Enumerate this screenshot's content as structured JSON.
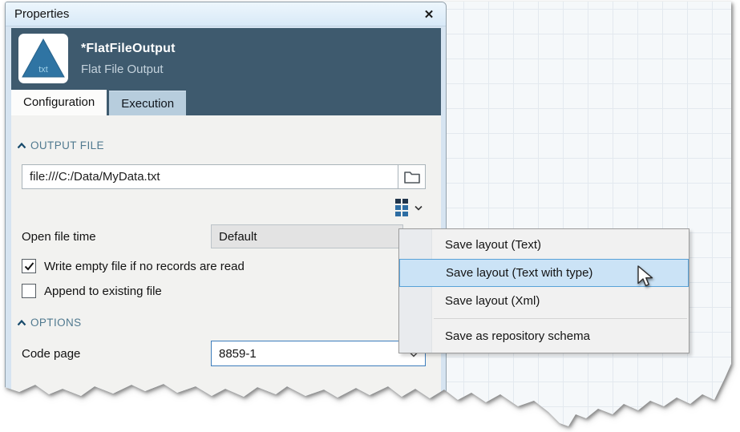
{
  "window": {
    "title": "Properties",
    "close_glyph": "✕"
  },
  "header": {
    "component_name": "*FlatFileOutput",
    "component_type": "Flat File Output",
    "icon_label": "txt"
  },
  "tabs": [
    {
      "label": "Configuration",
      "active": true
    },
    {
      "label": "Execution",
      "active": false
    }
  ],
  "sections": {
    "output_file": {
      "label": "OUTPUT FILE",
      "collapse_icon": "chevron-up"
    },
    "options": {
      "label": "OPTIONS",
      "collapse_icon": "chevron-up"
    }
  },
  "fields": {
    "file_path": {
      "value": "file:///C:/Data/MyData.txt",
      "browse_icon": "folder"
    },
    "layout_dropdown_icon": "grid",
    "open_file_time": {
      "label": "Open file time",
      "value": "Default"
    },
    "write_empty": {
      "label": "Write empty file if no records are read",
      "checked": true
    },
    "append_existing": {
      "label": "Append to existing file",
      "checked": false
    },
    "code_page": {
      "label": "Code page",
      "value": "8859-1"
    }
  },
  "menu": {
    "items": [
      {
        "label": "Save layout (Text)",
        "highlighted": false
      },
      {
        "label": "Save layout (Text with type)",
        "highlighted": true
      },
      {
        "label": "Save layout (Xml)",
        "highlighted": false
      },
      {
        "label": "Save as repository schema",
        "highlighted": false
      }
    ],
    "separator_after_index": 2
  },
  "colors": {
    "header_band": "#3e5a6e",
    "titlebar": "#dce9f6",
    "inactive_tab": "#b7cddd",
    "body": "#f2f2f0",
    "section_label": "#50798f",
    "menu_highlight_bg": "#cbe3f6",
    "menu_highlight_border": "#58a2d8",
    "combo_focus_border": "#3d7dbc",
    "grid_icon_blue": "#2d6da3",
    "grid_paper_line": "#e3e9ef"
  }
}
